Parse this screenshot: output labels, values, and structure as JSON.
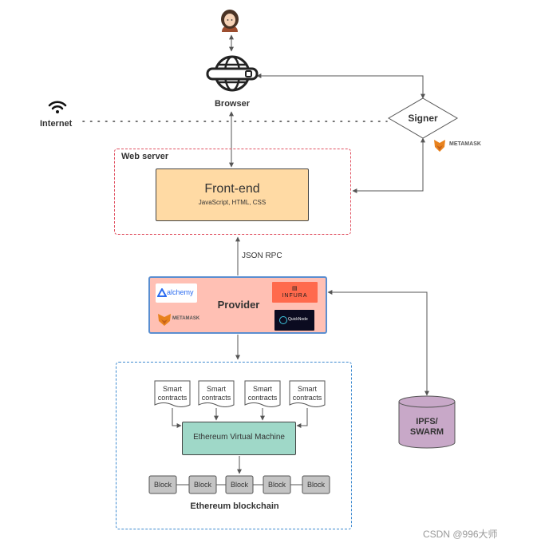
{
  "nodes": {
    "browser": "Browser",
    "internet": "Internet",
    "signer": "Signer",
    "web_server": "Web server",
    "frontend_title": "Front-end",
    "frontend_sub": "JavaScript, HTML, CSS",
    "json_rpc": "JSON RPC",
    "provider": "Provider",
    "evm": "Ethereum Virtual Machine",
    "blockchain": "Ethereum blockchain",
    "ipfs_line1": "IPFS/",
    "ipfs_line2": "SWARM"
  },
  "smart_contracts": [
    {
      "line1": "Smart",
      "line2": "contracts"
    },
    {
      "line1": "Smart",
      "line2": "contracts"
    },
    {
      "line1": "Smart",
      "line2": "contracts"
    },
    {
      "line1": "Smart",
      "line2": "contracts"
    }
  ],
  "blocks": [
    "Block",
    "Block",
    "Block",
    "Block",
    "Block"
  ],
  "logos": {
    "alchemy": "alchemy",
    "infura": "INFURA",
    "quicknode": "QuickNode",
    "metamask": "METAMASK"
  },
  "colors": {
    "frontend": "#ffdaa4",
    "provider": "#ffc0b4",
    "evm": "#9fd8c8",
    "storage": "#c8a8c8",
    "web_server_border": "#e05060",
    "eth_border": "#3d8ad0",
    "infura": "#ff6a4d",
    "metamask_orange": "#e8821e"
  },
  "watermark": "CSDN @996大师"
}
